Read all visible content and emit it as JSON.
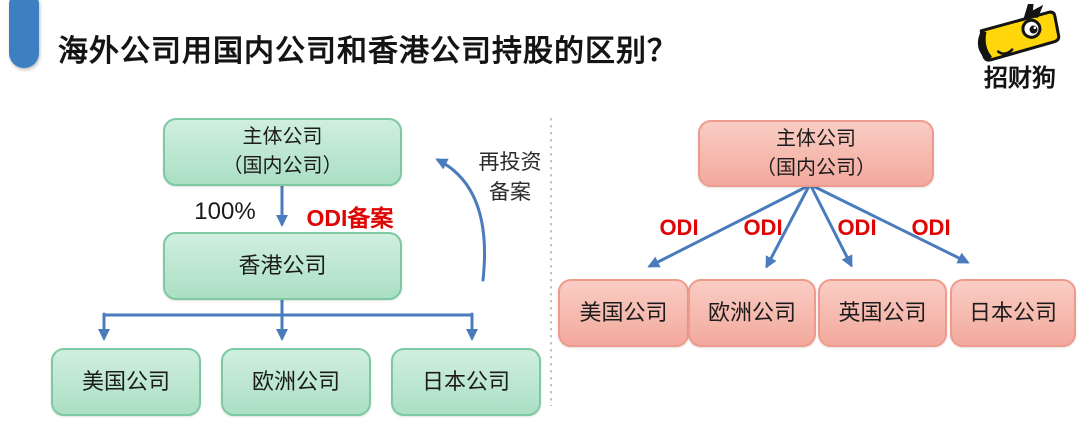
{
  "header": {
    "title": "海外公司用国内公司和香港公司持股的区别？",
    "logo_text": "招财狗"
  },
  "left_diagram": {
    "root": {
      "line1": "主体公司",
      "line2": "（国内公司）"
    },
    "edge_root_to_hk": {
      "percent_label": "100%",
      "filing_label": "ODI备案"
    },
    "hk_company": "香港公司",
    "children": [
      "美国公司",
      "欧洲公司",
      "日本公司"
    ],
    "reinvest_note": {
      "line1": "再投资",
      "line2": "备案"
    }
  },
  "right_diagram": {
    "root": {
      "line1": "主体公司",
      "line2": "（国内公司）"
    },
    "edge_labels": [
      "ODI",
      "ODI",
      "ODI",
      "ODI"
    ],
    "children": [
      "美国公司",
      "欧洲公司",
      "英国公司",
      "日本公司"
    ]
  },
  "colors": {
    "arrow_blue": "#4a7cbd",
    "label_red": "#e00505",
    "green_fill_top": "#d0efdf",
    "green_fill_bottom": "#abdfc4",
    "green_border": "#7dc9a2",
    "pink_fill_top": "#f9cdc4",
    "pink_fill_bottom": "#f3a99d",
    "pink_border": "#ee9b8d",
    "pill_blue": "#3d80c2",
    "divider_gray": "#c4c4c4",
    "logo_yellow": "#ffd60a"
  }
}
